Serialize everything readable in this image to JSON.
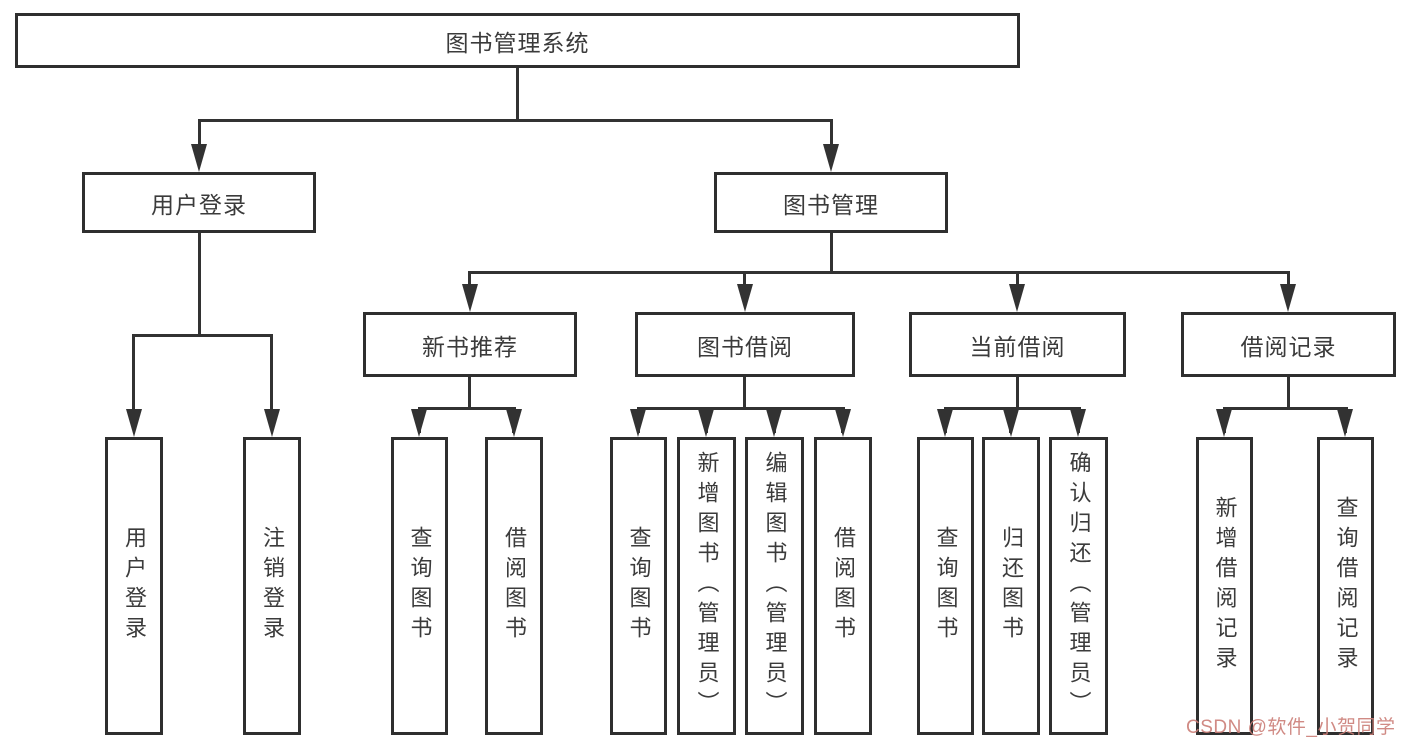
{
  "diagram": {
    "type": "hierarchy-tree",
    "line_color": "#323232",
    "box_background": "#ffffff",
    "text_color": "#3b3b3b",
    "tree": {
      "root": {
        "label": "图书管理系统",
        "children": [
          {
            "label": "用户登录",
            "children": [
              {
                "label": "用户登录"
              },
              {
                "label": "注销登录"
              }
            ]
          },
          {
            "label": "图书管理",
            "children": [
              {
                "label": "新书推荐",
                "children": [
                  {
                    "label": "查询图书"
                  },
                  {
                    "label": "借阅图书"
                  }
                ]
              },
              {
                "label": "图书借阅",
                "children": [
                  {
                    "label": "查询图书"
                  },
                  {
                    "label": "新增图书（管理员）"
                  },
                  {
                    "label": "编辑图书（管理员）"
                  },
                  {
                    "label": "借阅图书"
                  }
                ]
              },
              {
                "label": "当前借阅",
                "children": [
                  {
                    "label": "查询图书"
                  },
                  {
                    "label": "归还图书"
                  },
                  {
                    "label": "确认归还（管理员）"
                  }
                ]
              },
              {
                "label": "借阅记录",
                "children": [
                  {
                    "label": "新增借阅记录"
                  },
                  {
                    "label": "查询借阅记录"
                  }
                ]
              }
            ]
          }
        ]
      }
    },
    "watermark": {
      "text": "CSDN @软件_小贺同学",
      "color": "#cb7d77"
    }
  }
}
